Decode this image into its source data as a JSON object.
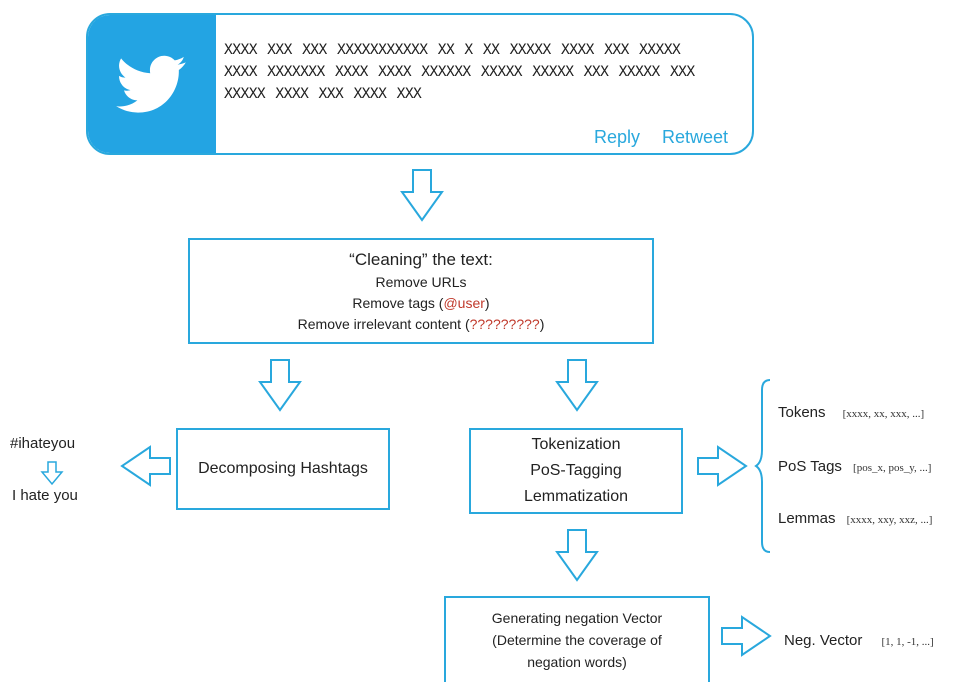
{
  "tweet": {
    "text_lines": [
      "XXXX XXX XXX XXXXXXXXXXX XX X XX XXXXX XXXX XXX XXXXX",
      "XXXX XXXXXXX XXXX XXXX XXXXXX XXXXX XXXXX XXX XXXXX XXX",
      "XXXXX XXXX XXX XXXX XXX"
    ],
    "reply_label": "Reply",
    "retweet_label": "Retweet"
  },
  "cleaning": {
    "title": "“Cleaning” the text:",
    "line1": "Remove URLs",
    "line2_prefix": "Remove tags (",
    "line2_tag": "@user",
    "line2_suffix": ")",
    "line3_prefix": "Remove irrelevant content (",
    "line3_marks": "?????????",
    "line3_suffix": ")"
  },
  "hashtag": {
    "box_label": "Decomposing Hashtags",
    "example_in": "#ihateyou",
    "example_out": "I hate you"
  },
  "nlp": {
    "line1": "Tokenization",
    "line2": "PoS-Tagging",
    "line3": "Lemmatization"
  },
  "outputs": [
    {
      "label": "Tokens",
      "value": "[xxxx, xx, xxx, ...]"
    },
    {
      "label": "PoS Tags",
      "value": "[pos_x, pos_y, ...]"
    },
    {
      "label": "Lemmas",
      "value": "[xxxx, xxy, xxz, ...]"
    }
  ],
  "negation": {
    "line1": "Generating negation Vector",
    "line2": "(Determine the coverage of",
    "line3": "negation words)",
    "out_label": "Neg. Vector",
    "out_value": "[1, 1, -1, ...]"
  },
  "colors": {
    "accent": "#29a8dd",
    "twitter_blue": "#23a4e3",
    "highlight": "#c0392b"
  }
}
